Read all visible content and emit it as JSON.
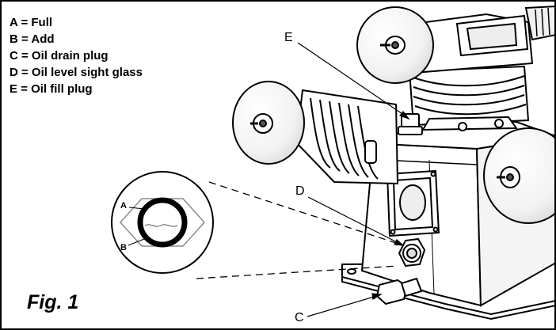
{
  "legend": [
    {
      "key": "A",
      "text": "A = Full"
    },
    {
      "key": "B",
      "text": "B = Add"
    },
    {
      "key": "C",
      "text": "C = Oil drain plug"
    },
    {
      "key": "D",
      "text": "D = Oil level sight glass"
    },
    {
      "key": "E",
      "text": "E = Oil fill plug"
    }
  ],
  "callouts": {
    "c": "C",
    "d": "D",
    "e": "E"
  },
  "inset": {
    "label_a": "A",
    "label_b": "B"
  },
  "figure_title": "Fig. 1"
}
